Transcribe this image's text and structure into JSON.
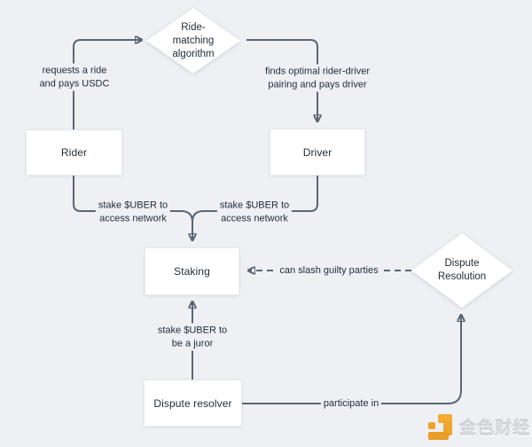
{
  "diagram": {
    "nodes": {
      "algorithm": {
        "line1": "Ride-",
        "line2": "matching",
        "line3": "algorithm"
      },
      "rider": {
        "label": "Rider"
      },
      "driver": {
        "label": "Driver"
      },
      "staking": {
        "label": "Staking"
      },
      "dispute_resolution": {
        "line1": "Dispute",
        "line2": "Resolution"
      },
      "dispute_resolver": {
        "label": "Dispute resolver"
      }
    },
    "edges": {
      "rider_to_algorithm": {
        "line1": "requests a ride",
        "line2": "and pays USDC"
      },
      "algorithm_to_driver": {
        "line1": "finds optimal rider-driver",
        "line2": "pairing and pays driver"
      },
      "rider_to_staking": {
        "line1": "stake $UBER to",
        "line2": "access network"
      },
      "driver_to_staking": {
        "line1": "stake $UBER to",
        "line2": "access network"
      },
      "resolver_to_staking": {
        "line1": "stake $UBER to",
        "line2": "be a juror"
      },
      "resolver_to_dispute": {
        "label": "participate in"
      },
      "dispute_to_staking": {
        "label": "can slash guilty parties"
      }
    },
    "colors": {
      "background": "#eef0f4",
      "node_fill": "#ffffff",
      "connector": "#5b6673",
      "text": "#1f2b38",
      "watermark_orange": "#eea42f",
      "watermark_gray": "#d3d6db"
    },
    "watermark": {
      "text": "金色财经"
    }
  }
}
